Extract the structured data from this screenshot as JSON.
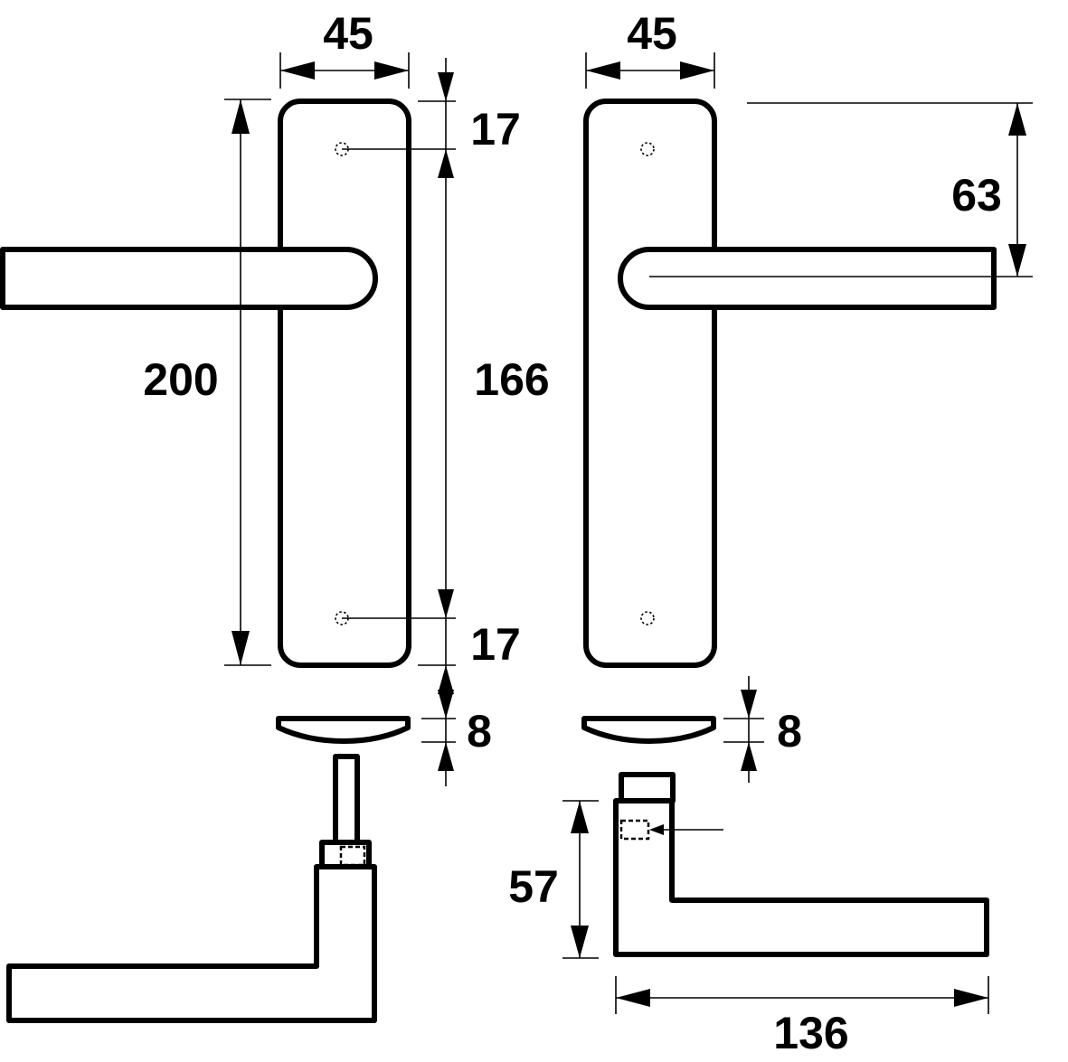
{
  "dimensions": {
    "left_plate_width": "45",
    "right_plate_width": "45",
    "top_hole_offset": "17",
    "hole_spacing": "166",
    "bottom_hole_offset": "17",
    "plate_height": "200",
    "spindle_height": "63",
    "left_plate_thickness": "8",
    "right_plate_thickness": "8",
    "lever_rise": "57",
    "lever_projection": "136"
  }
}
